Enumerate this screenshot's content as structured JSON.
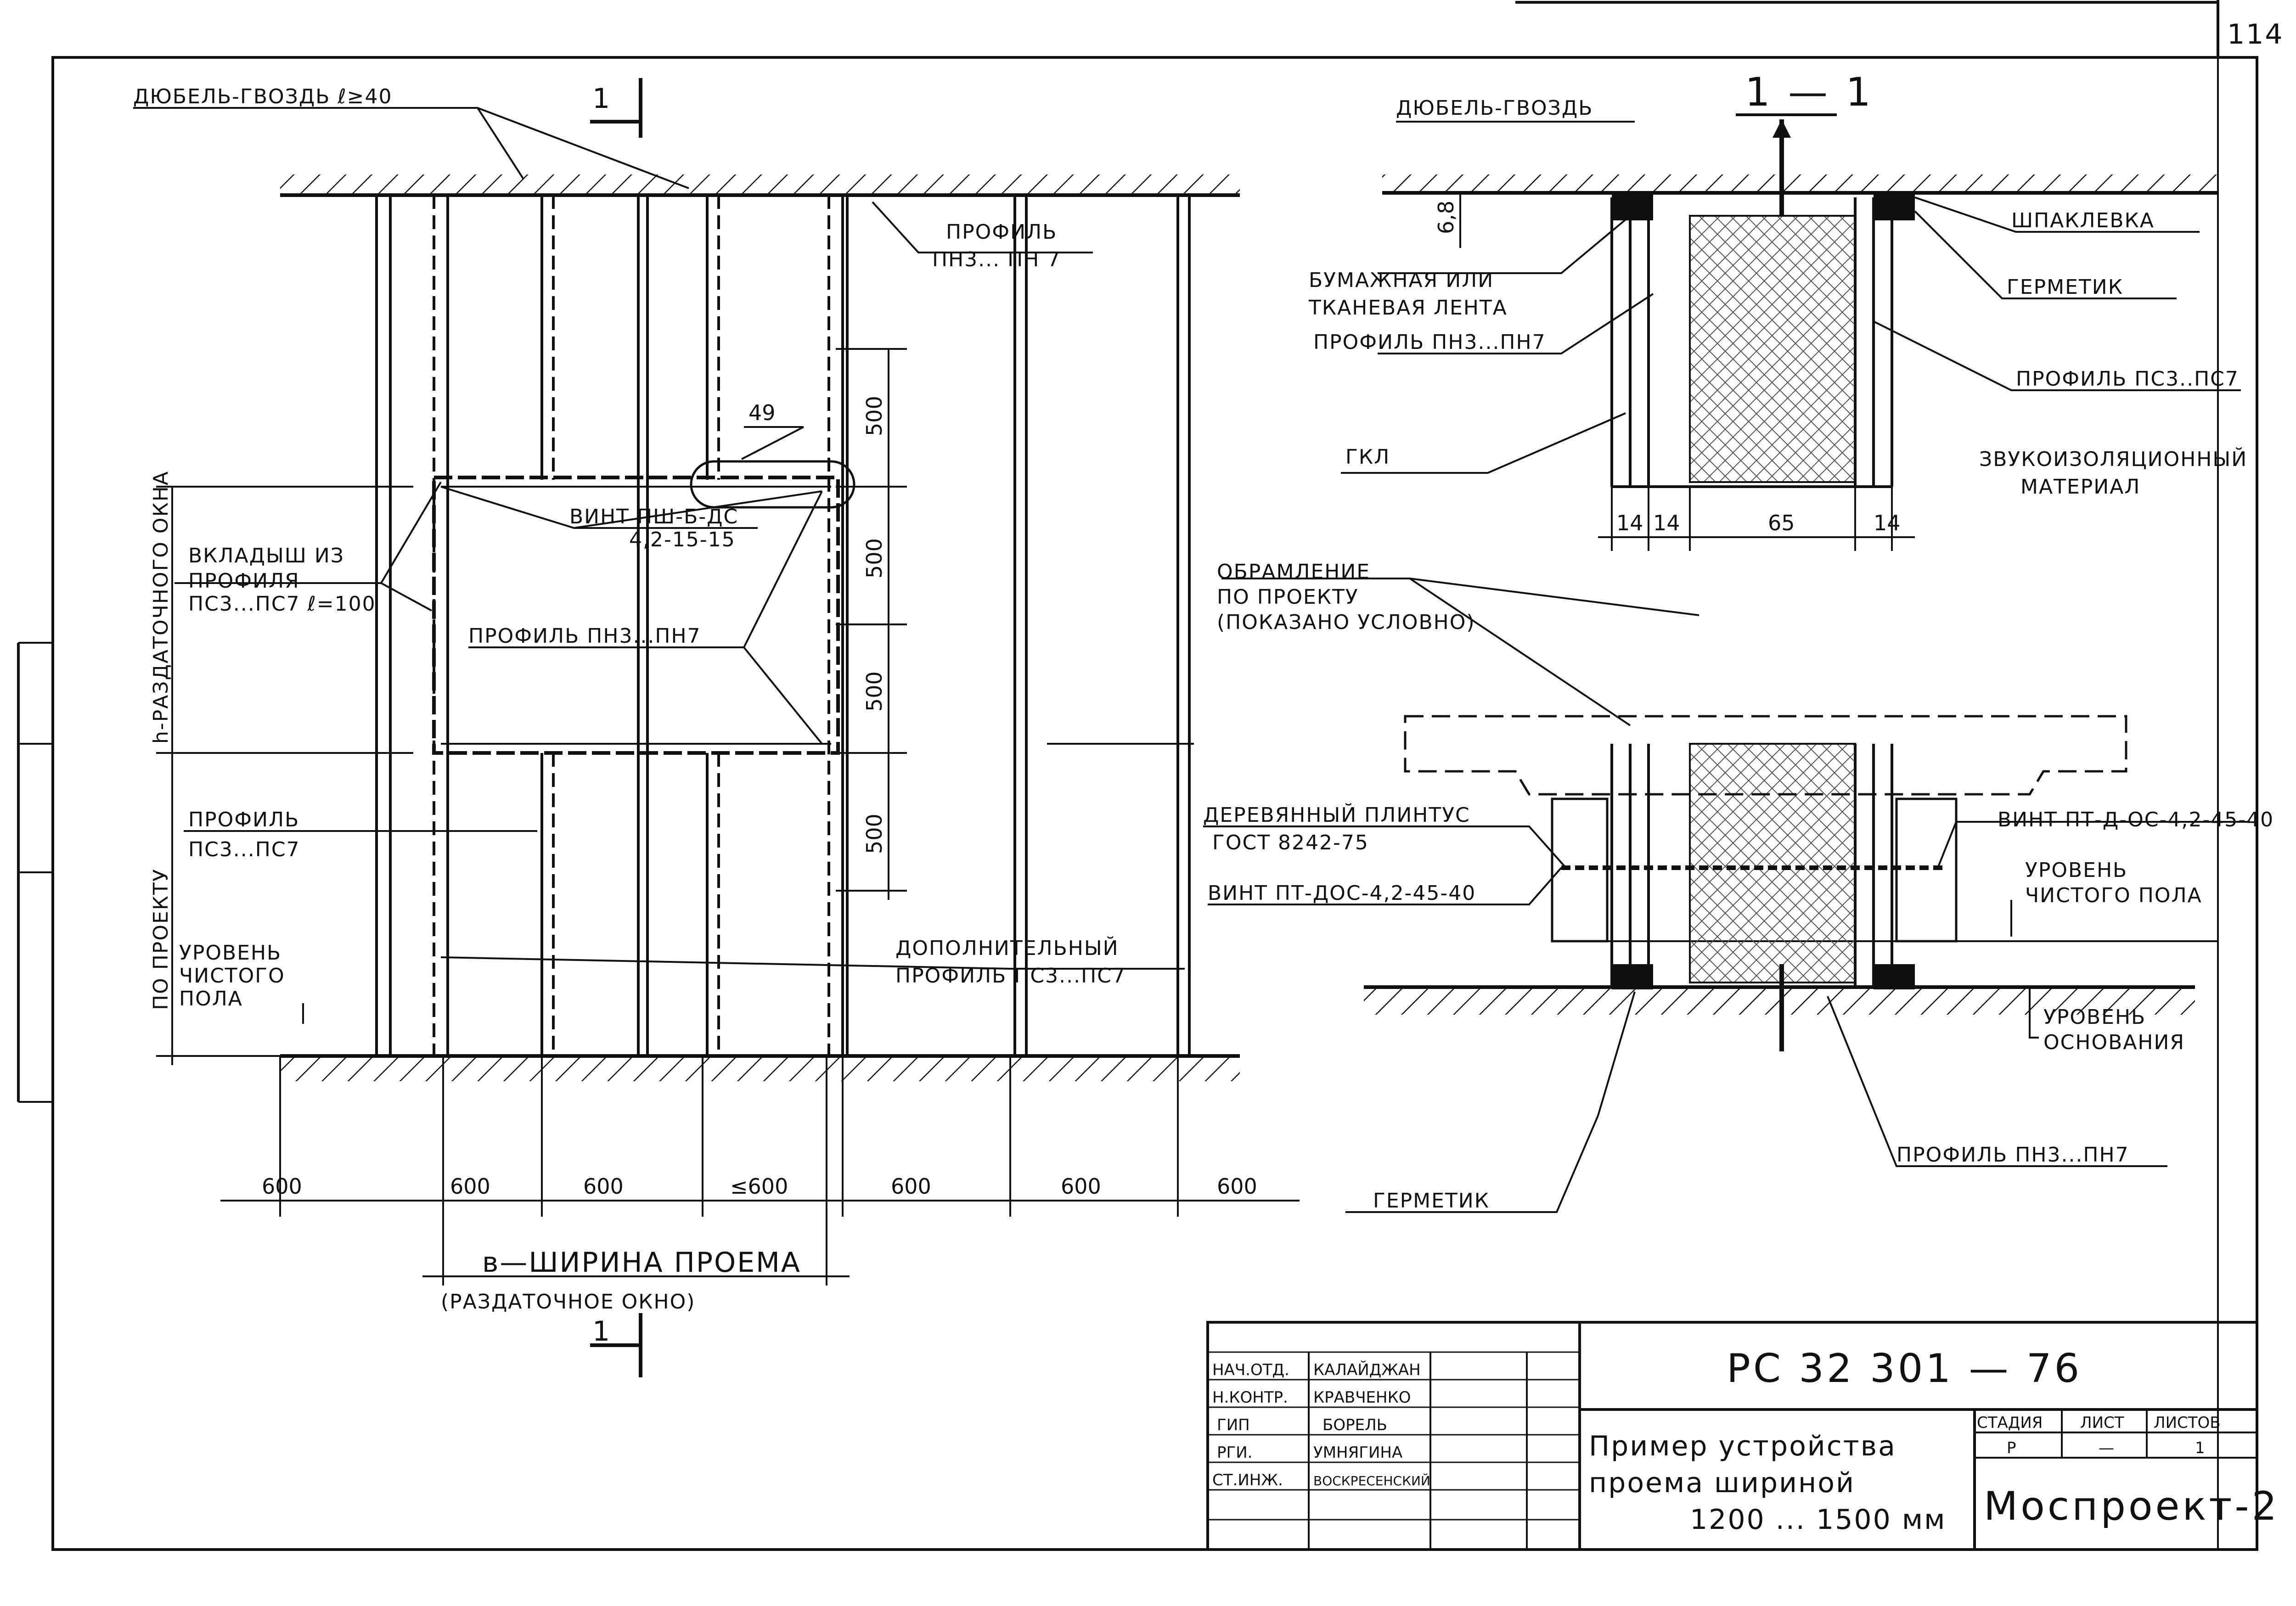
{
  "sheet_number": "114",
  "plan": {
    "label_dowel": "ДЮБЕЛЬ-ГВОЗДЬ ℓ≥40",
    "label_profile_top": "ПРОФИЛЬ",
    "label_profile_top_2": "ПН3... ПН 7",
    "label_callout": "49",
    "label_insert_1": "ВКЛАДЫШ ИЗ",
    "label_insert_2": "ПРОФИЛЯ",
    "label_insert_3": "ПС3...ПС7 ℓ=100",
    "label_screw_1": "ВИНТ ПШ-Б-ДС",
    "label_screw_2": "4,2-15-15",
    "label_profile_mid": "ПРОФИЛЬ ПН3...ПН7",
    "label_profile_ps": "ПРОФИЛЬ",
    "label_profile_ps_2": "ПС3...ПС7",
    "label_additional_1": "ДОПОЛНИТЕЛЬНЫЙ",
    "label_additional_2": "ПРОФИЛЬ ПС3...ПС7",
    "label_floor_1": "УРОВЕНЬ",
    "label_floor_2": "ЧИСТОГО",
    "label_floor_3": "ПОЛА",
    "label_height_vert": "h-РАЗДАТОЧНОГО ОКНА",
    "label_project_vert": "ПО ПРОЕКТУ",
    "vertical_dims": [
      "500",
      "500",
      "500",
      "500"
    ],
    "bottom_dims": [
      "600",
      "600",
      "600",
      "≤600",
      "600",
      "600",
      "600"
    ],
    "label_width_1": "в—ШИРИНА ПРОЕМА",
    "label_width_2": "(РАЗДАТОЧНОЕ ОКНО)",
    "section_mark_top": "1",
    "section_mark_bottom": "1"
  },
  "section": {
    "title": "1 — 1",
    "label_dowel": "ДЮБЕЛЬ-ГВОЗДЬ",
    "dim_68": "6,8",
    "label_putty": "ШПАКЛЕВКА",
    "label_sealant": "ГЕРМЕТИК",
    "label_tape_1": "БУМАЖНАЯ ИЛИ",
    "label_tape_2": "ТКАНЕВАЯ ЛЕНТА",
    "label_profile_pn": "ПРОФИЛЬ ПН3...ПН7",
    "label_profile_ps": "ПРОФИЛЬ ПС3..ПС7",
    "label_gkl": "ГКЛ",
    "label_insulation_1": "ЗВУКОИЗОЛЯЦИОННЫЙ",
    "label_insulation_2": "МАТЕРИАЛ",
    "dims": [
      "14",
      "14",
      "65",
      "14"
    ],
    "label_framing_1": "ОБРАМЛЕНИЕ",
    "label_framing_2": "ПО ПРОЕКТУ",
    "label_framing_3": "(ПОКАЗАНО УСЛОВНО)",
    "label_plinth_1": "ДЕРЕВЯННЫЙ ПЛИНТУС",
    "label_plinth_2": "ГОСТ 8242-75",
    "label_screw_left": "ВИНТ ПТ-ДОС-4,2-45-40",
    "label_screw_right": "ВИНТ ПТ-Д-ОС-4,2-45-40",
    "label_floor_1": "УРОВЕНЬ",
    "label_floor_2": "ЧИСТОГО ПОЛА",
    "label_base_1": "УРОВЕНЬ",
    "label_base_2": "ОСНОВАНИЯ",
    "label_profile_bottom": "ПРОФИЛЬ ПН3...ПН7",
    "label_sealant_bottom": "ГЕРМЕТИК"
  },
  "title_block": {
    "code": "РС 32 301 — 76",
    "rows": [
      {
        "role": "НАЧ.ОТД.",
        "name": "КАЛАЙДЖАН"
      },
      {
        "role": "Н.КОНТР.",
        "name": "КРАВЧЕНКО"
      },
      {
        "role": "ГИП",
        "name": "БОРЕЛЬ"
      },
      {
        "role": "РГИ.",
        "name": "УМНЯГИНА"
      },
      {
        "role": "СТ.ИНЖ.",
        "name": "ВОСКРЕСЕНСКИЙ"
      }
    ],
    "title_1": "Пример устройства",
    "title_2": "проема шириной",
    "title_3": "1200 ... 1500 мм",
    "col_stage": "СТАДИЯ",
    "col_sheet": "ЛИСТ",
    "col_sheets": "ЛИСТОВ",
    "val_stage": "Р",
    "val_sheet": "—",
    "val_sheets": "1",
    "org": "Моспроект-2"
  }
}
